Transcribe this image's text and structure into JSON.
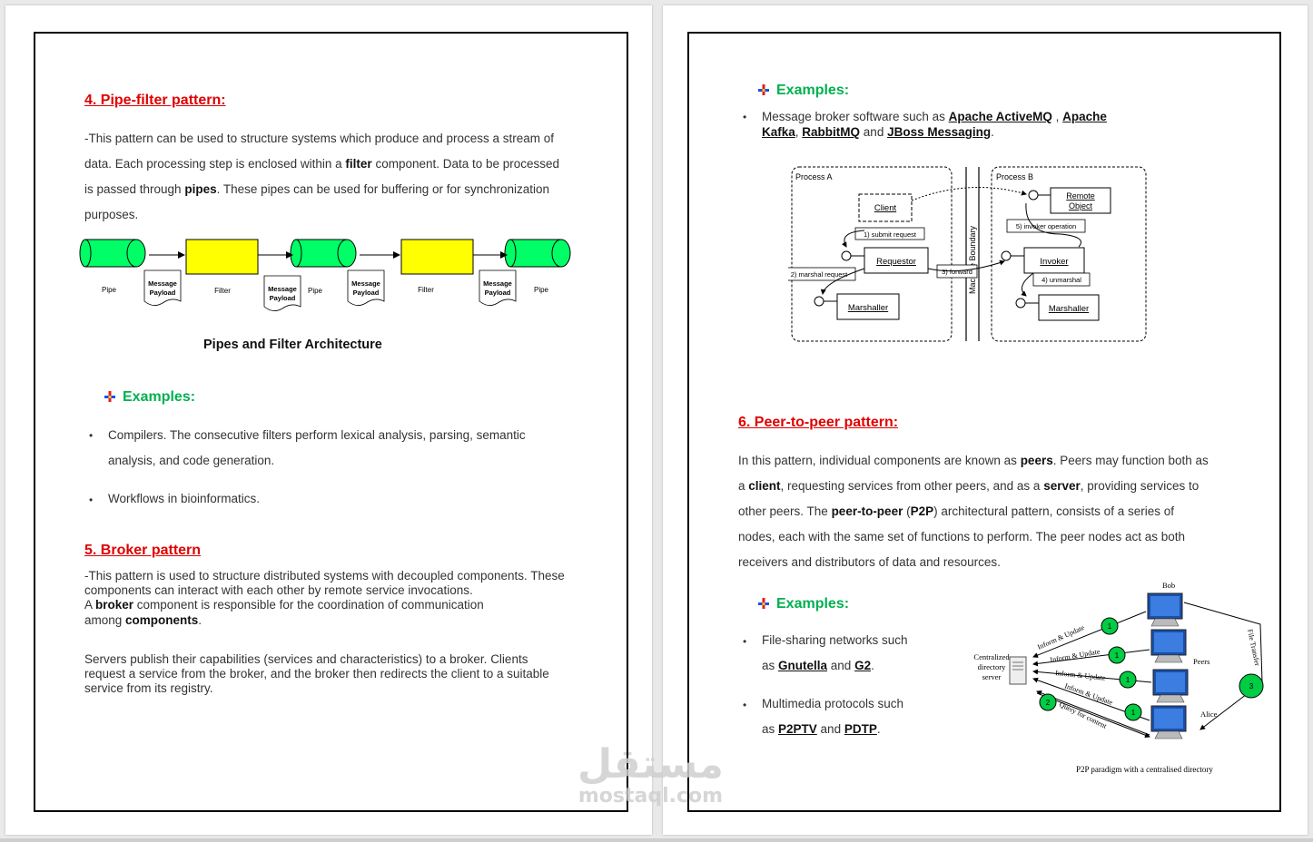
{
  "left": {
    "pipe_filter": {
      "heading": "4. Pipe-filter pattern:",
      "para_l1_a": "-This pattern can be used to structure systems which produce and process a stream of",
      "para_l2_a": "data. Each processing step is enclosed within a ",
      "para_l2_b": "filter",
      "para_l2_c": " component. Data to be processed",
      "para_l3_a": "is passed through ",
      "para_l3_b": "pipes",
      "para_l3_c": ". These pipes can be used for buffering or for synchronization",
      "para_l4": "purposes.",
      "diagram": {
        "pipe": "Pipe",
        "filter": "Filter",
        "msg_1": "Message",
        "msg_2": "Payload"
      },
      "diagram_caption": "Pipes and Filter Architecture",
      "examples_heading": "Examples:",
      "ex1_l1": "Compilers. The consecutive filters perform lexical analysis, parsing, semantic",
      "ex1_l2": "analysis, and code generation.",
      "ex2": "Workflows in bioinformatics."
    },
    "broker": {
      "heading": "5. Broker pattern",
      "p1_l1": "-This pattern is used to structure distributed systems with decoupled components. These",
      "p1_l2": "components can interact with each other by remote service invocations.",
      "p1_l3_a": "A ",
      "p1_l3_b": "broker",
      "p1_l3_c": " component is responsible for the coordination of communication",
      "p1_l4_a": "among ",
      "p1_l4_b": "components",
      "p1_l4_c": ".",
      "p2_l1": "Servers publish their capabilities (services and characteristics) to a broker. Clients",
      "p2_l2": "request a service from the broker, and the broker then redirects the client to a suitable",
      "p2_l3": "service from its registry."
    }
  },
  "right": {
    "broker_examples": {
      "heading": "Examples:",
      "l1_a": "Message broker software such as ",
      "link1": "Apache ActiveMQ",
      "l1_b": " , ",
      "link2a": "Apache",
      "link2b": "Kafka",
      "l2_a": ", ",
      "link3": "RabbitMQ",
      "l2_b": " and ",
      "link4": " JBoss Messaging",
      "l2_c": "."
    },
    "broker_diagram": {
      "process_a": "Process A",
      "process_b": "Process B",
      "client": "Client",
      "requestor": "Requestor",
      "marshaller": "Marshaller",
      "remote_object_1": "Remote",
      "remote_object_2": "Object",
      "invoker": "Invoker",
      "step1": "1) submit request",
      "step2": "2) marshal request",
      "step3": "3) forward",
      "step4": "4) unmarshal",
      "step5": "5) invoker operation",
      "boundary": "Machine Boundary"
    },
    "p2p": {
      "heading": "6. Peer-to-peer pattern:",
      "l1_a": "In this pattern, individual components are known as ",
      "l1_b": "peers",
      "l1_c": ". Peers may function both as",
      "l2_a": "a ",
      "l2_b": "client",
      "l2_c": ", requesting services from other peers, and as a ",
      "l2_d": "server",
      "l2_e": ", providing services to",
      "l3_a": "other peers. The ",
      "l3_b": "peer-to-peer",
      "l3_c": " (",
      "l3_d": "P2P",
      "l3_e": ") architectural pattern, consists of a series of",
      "l4": "nodes, each with the same set of functions to perform. The peer nodes act as both",
      "l5": "receivers and distributors of data and resources.",
      "examples_heading": "Examples:",
      "ex1_l1": "File-sharing networks such",
      "ex1_l2_a": "as ",
      "ex1_link1": "Gnutella",
      "ex1_l2_b": " and ",
      "ex1_link2": "G2",
      "ex1_l2_c": ".",
      "ex2_l1": "Multimedia protocols such",
      "ex2_l2_a": "as ",
      "ex2_link1": "P2PTV",
      "ex2_l2_b": " and ",
      "ex2_link2": "PDTP",
      "ex2_l2_c": "."
    },
    "p2p_diagram": {
      "bob": "Bob",
      "peers": "Peers",
      "alice": "Alice",
      "server_1": "Centralized",
      "server_2": "directory",
      "server_3": "server",
      "inform_update": "Inform & Update",
      "query": "Query for content",
      "file_transfer": "File Transfer",
      "n1": "1",
      "n2": "2",
      "n3": "3",
      "caption": "P2P paradigm with a centralised directory"
    }
  },
  "watermark": {
    "arabic": "مستقل",
    "latin": "mostaql.com"
  }
}
